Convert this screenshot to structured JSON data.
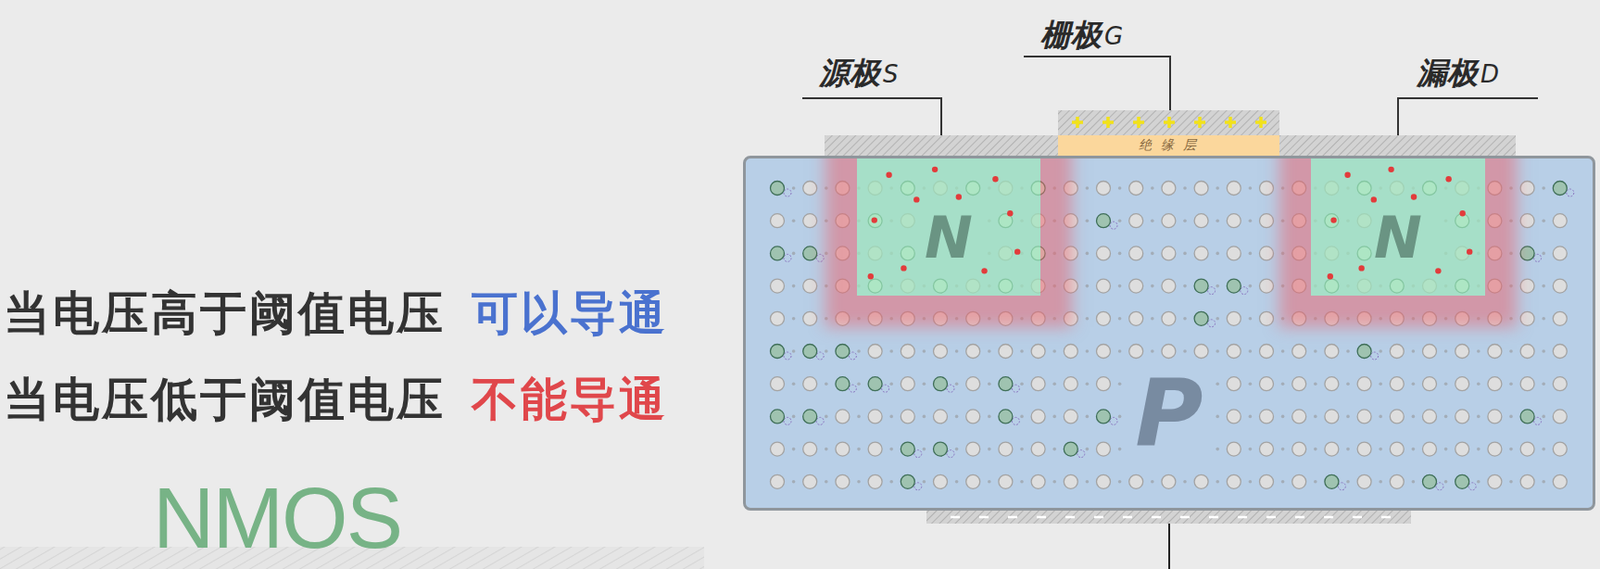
{
  "diagram": {
    "nodes": [
      {
        "text": [
          "绝 缘 层"
        ]
      },
      {
        "text": [
          "P"
        ]
      },
      {
        "text": [
          "N"
        ],
        "in": 1
      },
      {
        "text": [
          "N"
        ],
        "in": 1
      }
    ],
    "labels": [
      "栅极",
      "G",
      "源极",
      "S",
      "漏极",
      "D",
      "当电压高于阈值电压",
      "可以导通",
      "当电压低于阈值电压",
      "不能导通",
      "NMOS"
    ]
  }
}
